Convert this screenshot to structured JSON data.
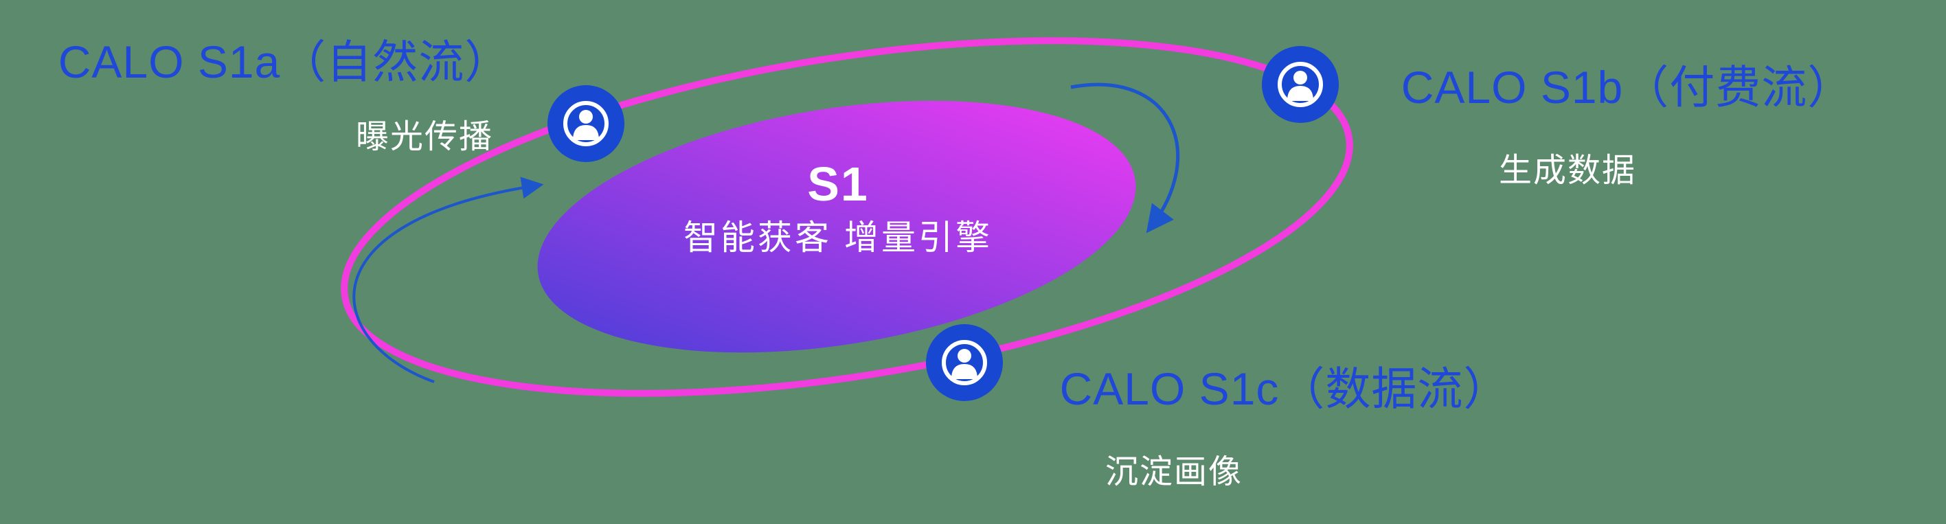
{
  "diagram": {
    "background_color": "#5b8a6c",
    "center": {
      "title": "S1",
      "subtitle": "智能获客  增量引擎",
      "gradient_start": "#4a3ed8",
      "gradient_end": "#ee3cf2"
    },
    "orbit": {
      "stroke_color": "#f23ce0"
    },
    "nodes": [
      {
        "id": "s1a",
        "title": "CALO S1a（自然流）",
        "subtitle": "曝光传播",
        "icon": "user-icon"
      },
      {
        "id": "s1b",
        "title": "CALO S1b（付费流）",
        "subtitle": "生成数据",
        "icon": "user-icon"
      },
      {
        "id": "s1c",
        "title": "CALO S1c（数据流）",
        "subtitle": "沉淀画像",
        "icon": "user-icon"
      }
    ],
    "colors": {
      "label_blue": "#1f48d8",
      "node_blue": "#1847d2",
      "arrow_blue": "#1d55cc",
      "text_white": "#ffffff",
      "orbit_pink": "#f23ce0"
    }
  }
}
